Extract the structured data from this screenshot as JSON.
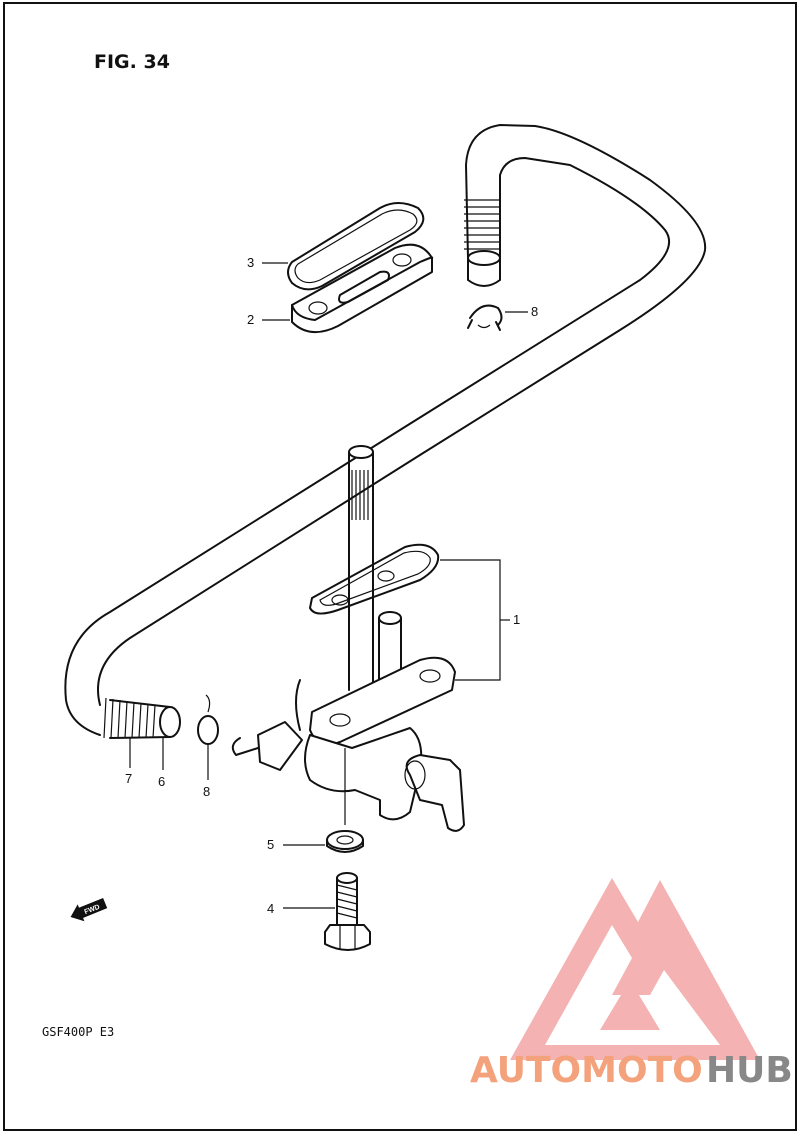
{
  "figure": {
    "title": "FIG. 34",
    "model": "GSF400P  E3"
  },
  "callouts": [
    {
      "id": "c1",
      "label": "1"
    },
    {
      "id": "c2",
      "label": "2"
    },
    {
      "id": "c3",
      "label": "3"
    },
    {
      "id": "c4",
      "label": "4"
    },
    {
      "id": "c5",
      "label": "5"
    },
    {
      "id": "c6",
      "label": "6"
    },
    {
      "id": "c7",
      "label": "7"
    },
    {
      "id": "c8a",
      "label": "8"
    },
    {
      "id": "c8b",
      "label": "8"
    }
  ],
  "direction_marker": {
    "label": "FWD"
  },
  "watermark": {
    "brand_part1": "AUTOMOTO",
    "brand_part2": "HUB",
    "color_primary": "#f4a27c",
    "color_secondary": "#888888",
    "logo_color": "#f08c8c"
  }
}
